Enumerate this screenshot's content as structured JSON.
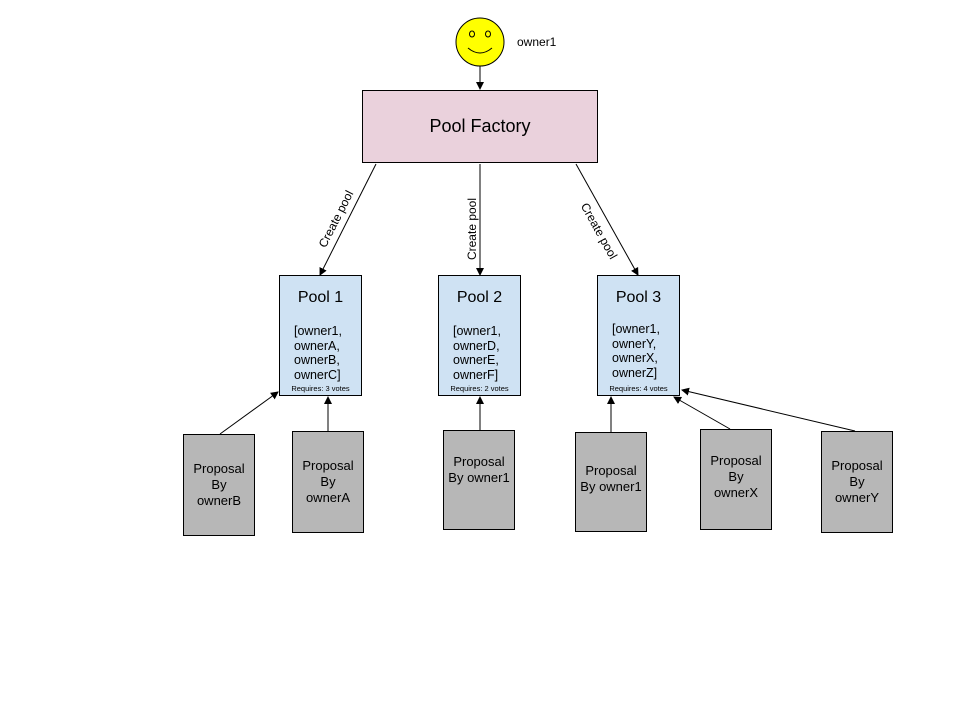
{
  "owner": {
    "label": "owner1",
    "icon": "smiley-face-icon",
    "face_color": "#ffff00"
  },
  "factory": {
    "label": "Pool Factory",
    "color": "#ead1dc"
  },
  "edge_label": "Create pool",
  "pool_color": "#cfe2f3",
  "proposal_color": "#b7b7b7",
  "pools": [
    {
      "title": "Pool 1",
      "members": [
        "[owner1,",
        "ownerA,",
        "ownerB,",
        "ownerC]"
      ],
      "requires": "Requires: 3 votes"
    },
    {
      "title": "Pool 2",
      "members": [
        "[owner1,",
        "ownerD,",
        "ownerE,",
        "ownerF]"
      ],
      "requires": "Requires: 2 votes"
    },
    {
      "title": "Pool 3",
      "members": [
        "[owner1,",
        "ownerY,",
        "ownerX,",
        "ownerZ]"
      ],
      "requires": "Requires: 4 votes"
    }
  ],
  "proposals": [
    {
      "lines": [
        "Proposal",
        "By",
        "ownerB"
      ]
    },
    {
      "lines": [
        "Proposal",
        "By",
        "ownerA"
      ]
    },
    {
      "lines": [
        "Proposal",
        "By owner1"
      ]
    },
    {
      "lines": [
        "Proposal",
        "By owner1"
      ]
    },
    {
      "lines": [
        "Proposal",
        "By",
        "ownerX"
      ]
    },
    {
      "lines": [
        "Proposal",
        "By",
        "ownerY"
      ]
    }
  ]
}
